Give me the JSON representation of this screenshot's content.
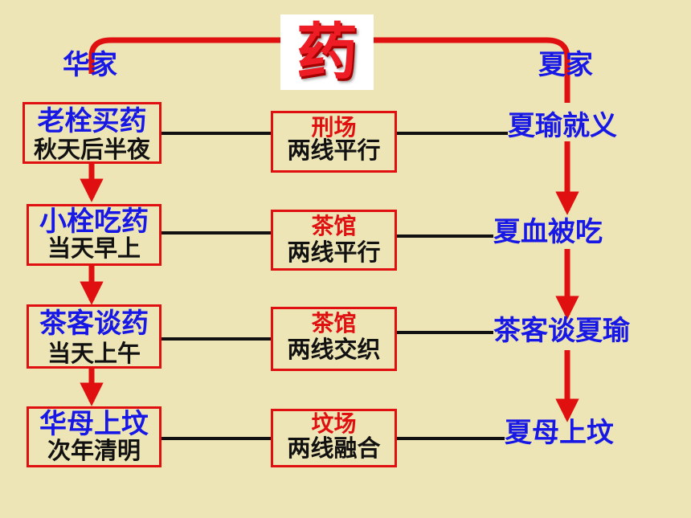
{
  "title": "药",
  "left_header": "华家",
  "right_header": "夏家",
  "left_boxes": [
    {
      "title": "老栓买药",
      "time": "秋天后半夜"
    },
    {
      "title": "小栓吃药",
      "time": "当天早上"
    },
    {
      "title": "茶客谈药",
      "time": "当天上午"
    },
    {
      "title": "华母上坟",
      "time": "次年清明"
    }
  ],
  "middle_boxes": [
    {
      "place": "刑场",
      "relation": "两线平行"
    },
    {
      "place": "茶馆",
      "relation": "两线平行"
    },
    {
      "place": "茶馆",
      "relation": "两线交织"
    },
    {
      "place": "坟场",
      "relation": "两线融合"
    }
  ],
  "right_items": [
    "夏瑜就义",
    "夏血被吃",
    "茶客谈夏瑜",
    "夏母上坟"
  ],
  "colors": {
    "background": "#eee5b6",
    "accent_red": "#e01010",
    "text_blue": "#1818e6"
  }
}
